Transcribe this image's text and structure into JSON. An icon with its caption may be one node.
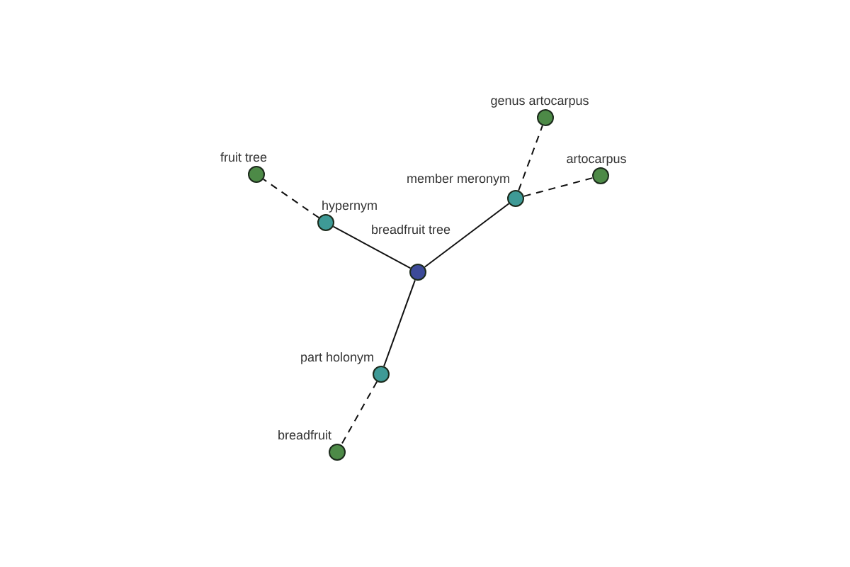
{
  "diagram": {
    "nodes": [
      {
        "text": [
          "genus artocarpus"
        ]
      },
      {
        "text": [
          "fruit tree"
        ]
      },
      {
        "text": [
          "artocarpus"
        ]
      },
      {
        "text": [
          "member meronym"
        ]
      },
      {
        "text": [
          "hypernym"
        ]
      },
      {
        "text": [
          "breadfruit tree"
        ]
      },
      {
        "text": [
          "part holonym"
        ]
      },
      {
        "text": [
          "breadfruit"
        ]
      }
    ],
    "edges": [
      {
        "from": 5,
        "to": 4,
        "arrow": "none"
      },
      {
        "from": 4,
        "to": 1,
        "arrow": "none",
        "style": "dashed"
      },
      {
        "from": 5,
        "to": 3,
        "arrow": "none"
      },
      {
        "from": 3,
        "to": 0,
        "arrow": "none",
        "style": "dashed"
      },
      {
        "from": 3,
        "to": 2,
        "arrow": "none",
        "style": "dashed"
      },
      {
        "from": 5,
        "to": 6,
        "arrow": "none"
      },
      {
        "from": 6,
        "to": 7,
        "arrow": "none",
        "style": "dashed"
      }
    ]
  }
}
